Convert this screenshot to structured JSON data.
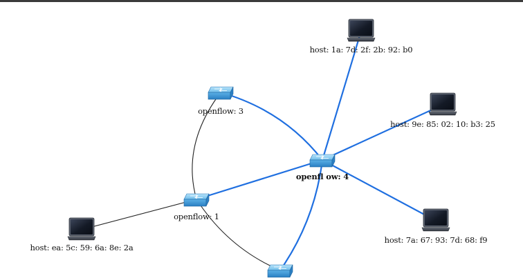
{
  "colors": {
    "topbar": "#3a3a3a",
    "background": "#ffffff",
    "link_openflow": "#1f6fe0",
    "link_plain": "#222222",
    "switch_top": "#8fd0f5",
    "switch_side": "#2c80c4",
    "switch_front": "#4fa7e2",
    "host_screen": "#1c2330",
    "host_frame": "#5c6370",
    "host_base": "#3a3f48"
  },
  "topology": {
    "nodes": [
      {
        "id": "of4",
        "type": "switch",
        "label": "openfl ow: 4",
        "bold": true
      },
      {
        "id": "of3",
        "type": "switch",
        "label": "openflow: 3",
        "bold": false
      },
      {
        "id": "of1",
        "type": "switch",
        "label": "openflow: 1",
        "bold": false
      },
      {
        "id": "of2",
        "type": "switch",
        "label": "",
        "bold": false
      },
      {
        "id": "h1",
        "type": "host",
        "label": "host: 1a: 7d: 2f: 2b: 92: b0",
        "bold": false
      },
      {
        "id": "h2",
        "type": "host",
        "label": "host: 9e: 85: 02: 10: b3: 25",
        "bold": false
      },
      {
        "id": "h3",
        "type": "host",
        "label": "host: 7a: 67: 93: 7d: 68: f9",
        "bold": false
      },
      {
        "id": "h4",
        "type": "host",
        "label": "host: ea: 5c: 59: 6a: 8e: 2a",
        "bold": false
      }
    ],
    "links": [
      {
        "source": "of4",
        "target": "h1",
        "kind": "openflow"
      },
      {
        "source": "of4",
        "target": "h2",
        "kind": "openflow"
      },
      {
        "source": "of4",
        "target": "h3",
        "kind": "openflow"
      },
      {
        "source": "of4",
        "target": "of1",
        "kind": "openflow"
      },
      {
        "source": "of4",
        "target": "of3",
        "kind": "openflow"
      },
      {
        "source": "of4",
        "target": "of2",
        "kind": "openflow"
      },
      {
        "source": "of1",
        "target": "of3",
        "kind": "plain"
      },
      {
        "source": "of1",
        "target": "of2",
        "kind": "plain"
      },
      {
        "source": "of1",
        "target": "h4",
        "kind": "plain"
      }
    ]
  }
}
